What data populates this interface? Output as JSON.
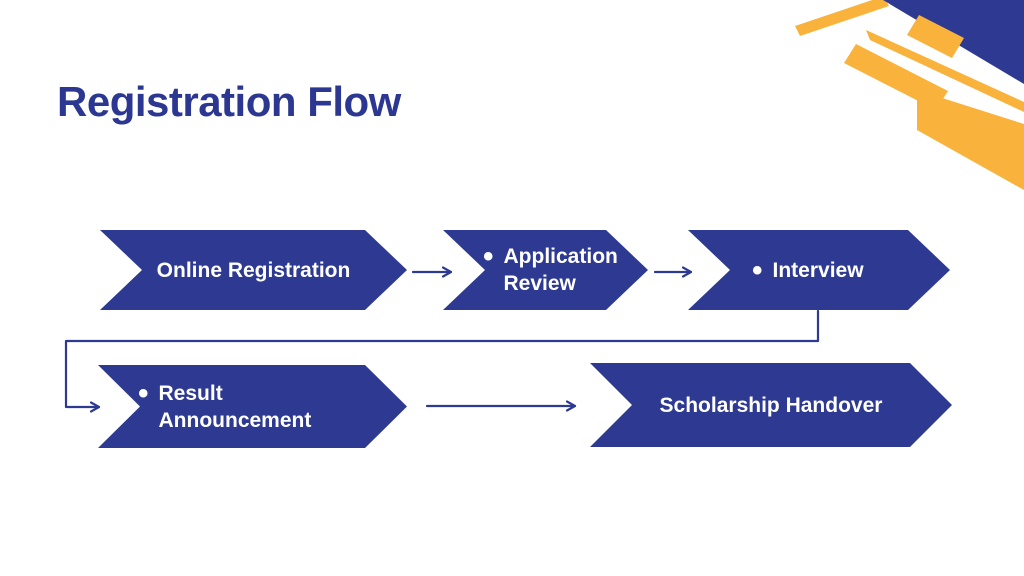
{
  "title": "Registration Flow",
  "colors": {
    "primary_blue": "#2E3A92",
    "title_blue": "#2C3792",
    "accent_yellow": "#F9B23B",
    "background": "#FFFFFF",
    "step_text": "#FFFFFF"
  },
  "flow": {
    "bullet_char": "•",
    "steps": [
      {
        "label": "Online Registration",
        "bullet": false
      },
      {
        "line1": "Application",
        "line2": "Review",
        "bullet": true
      },
      {
        "label": "Interview",
        "bullet": true
      },
      {
        "line1": "Result",
        "line2": "Announcement",
        "bullet": true
      },
      {
        "label": "Scholarship Handover",
        "bullet": false
      }
    ]
  }
}
